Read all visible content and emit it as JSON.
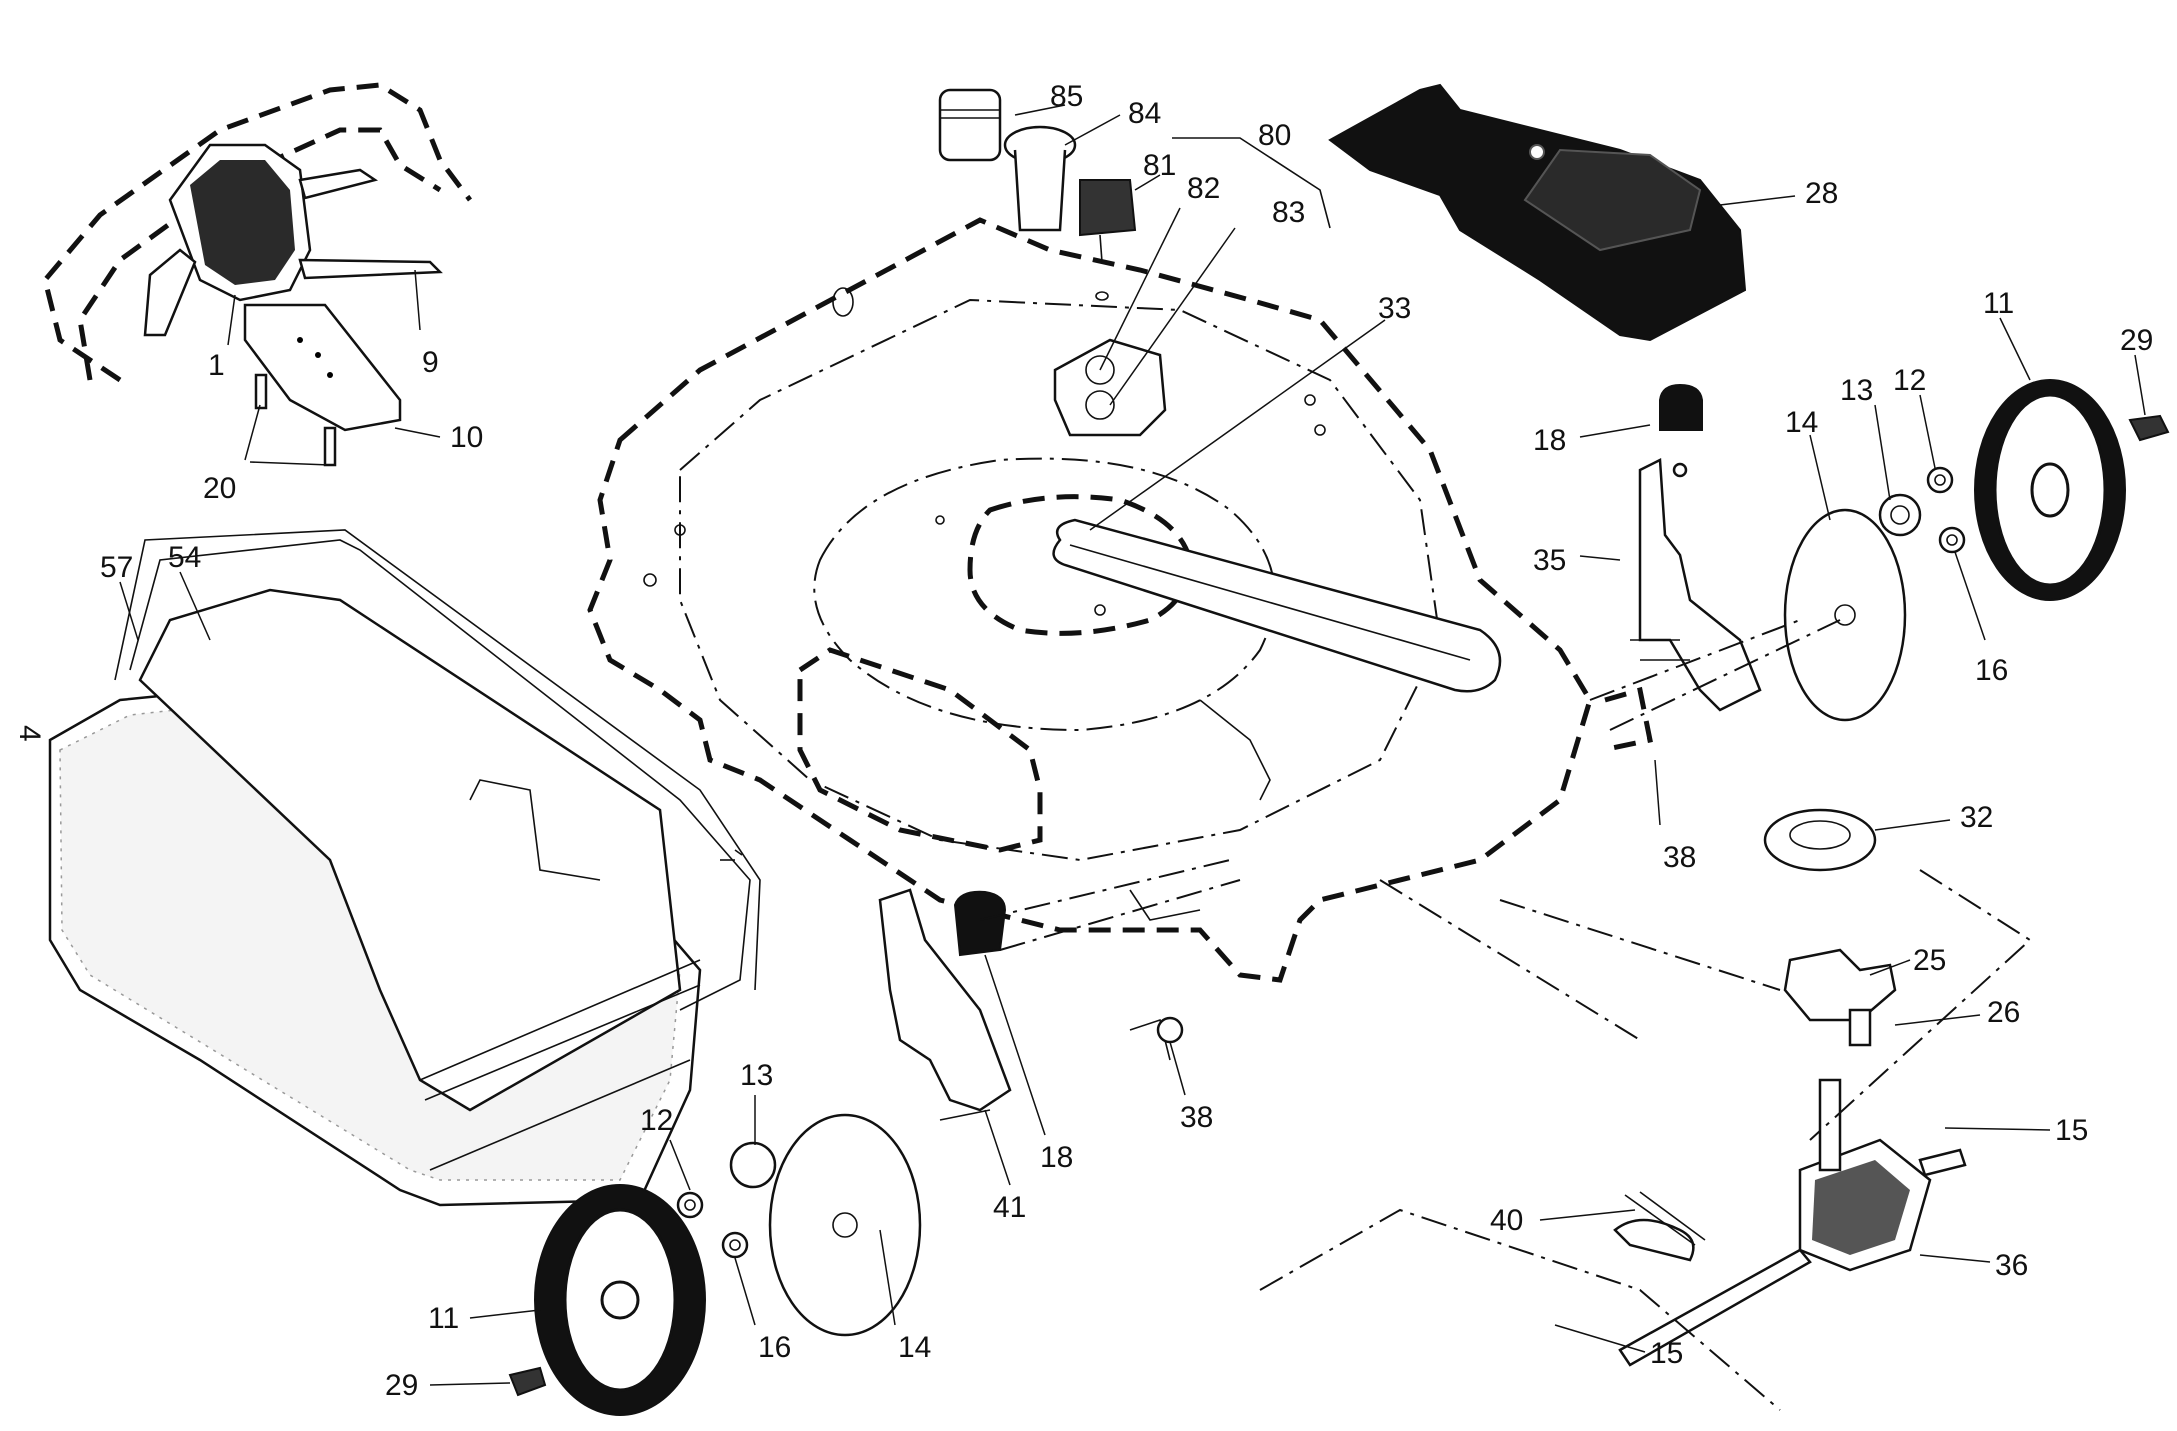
{
  "callouts": {
    "c85": "85",
    "c84": "84",
    "c80": "80",
    "c81": "81",
    "c82": "82",
    "c83": "83",
    "c28": "28",
    "c33": "33",
    "c1": "1",
    "c9": "9",
    "c10": "10",
    "c20": "20",
    "c57": "57",
    "c54": "54",
    "c4": "4",
    "c18a": "18",
    "c35": "35",
    "c14a": "14",
    "c13a": "13",
    "c12a": "12",
    "c11a": "11",
    "c29a": "29",
    "c16a": "16",
    "c38a": "38",
    "c32": "32",
    "c25": "25",
    "c26": "26",
    "c15a": "15",
    "c40": "40",
    "c36": "36",
    "c15b": "15",
    "c13b": "13",
    "c12b": "12",
    "c18b": "18",
    "c38b": "38",
    "c41": "41",
    "c11b": "11",
    "c29b": "29",
    "c16b": "16",
    "c14b": "14"
  },
  "colors": {
    "ink": "#111111",
    "paper": "#ffffff"
  }
}
